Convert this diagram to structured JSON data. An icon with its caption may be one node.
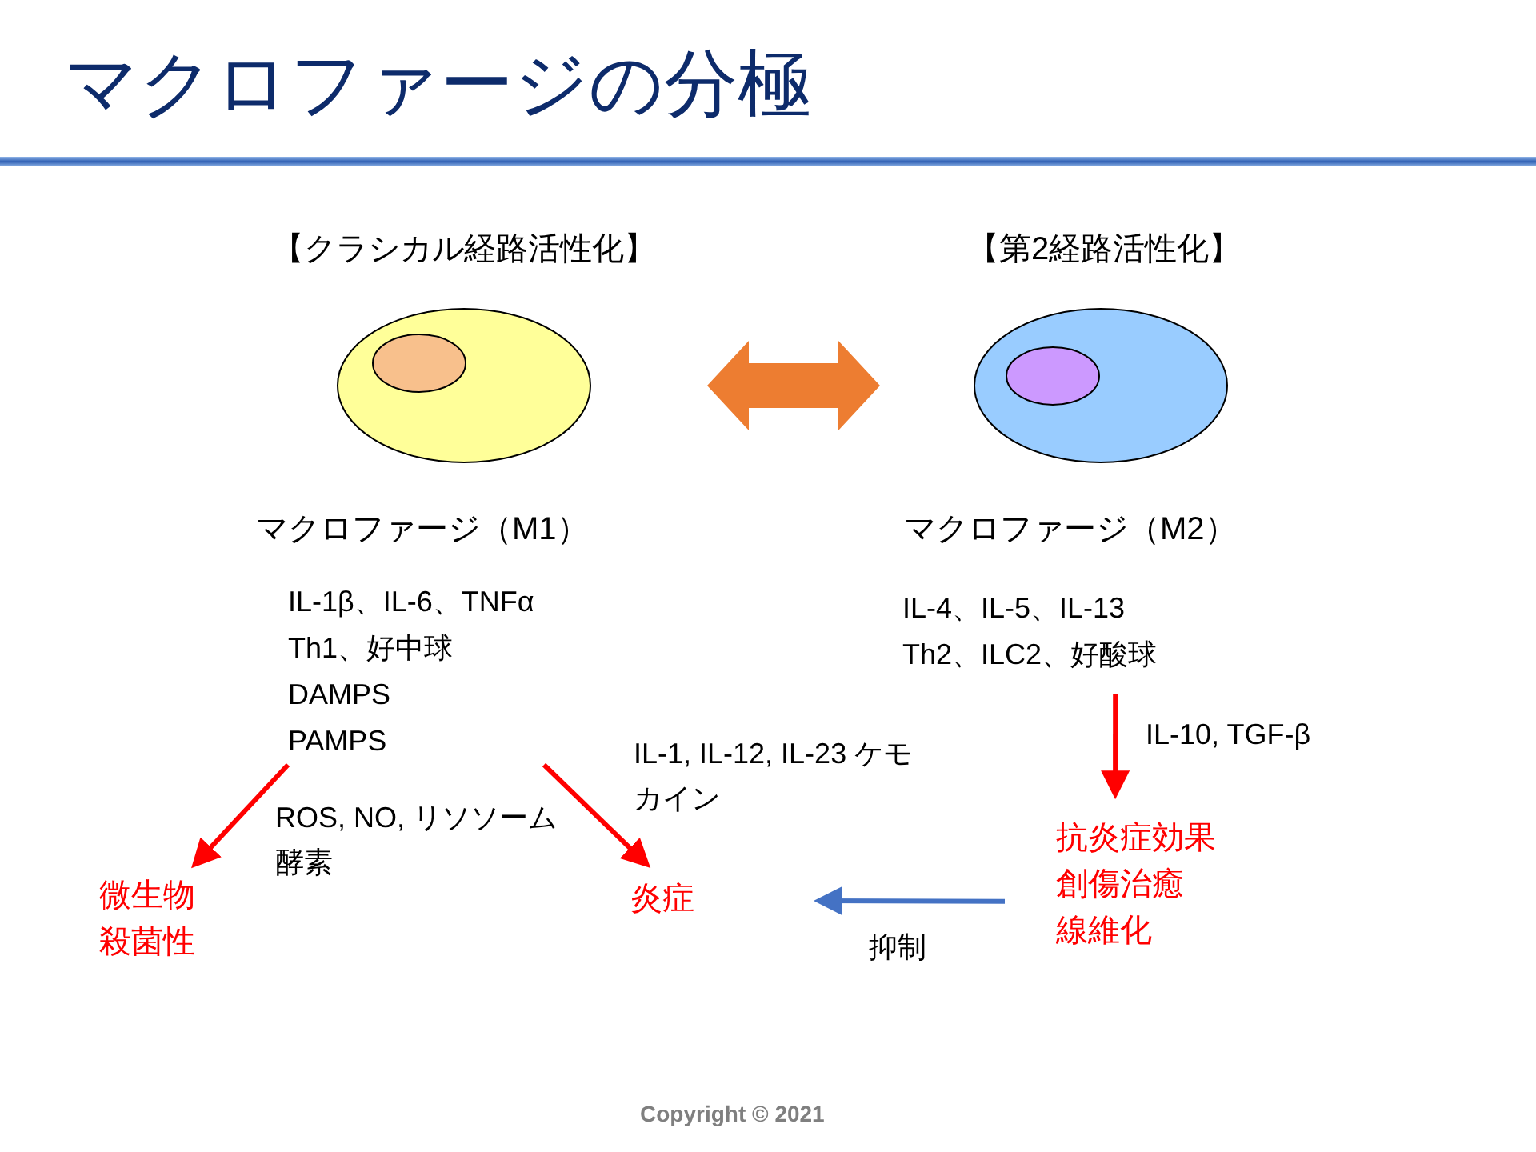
{
  "diagram": {
    "title": "マクロファージの分極",
    "nodes": [
      {
        "text": [],
        "shape": "circle",
        "beside": [
          "【クラシカル経路活性化】",
          "マクロファージ（M1）"
        ]
      },
      {
        "text": [],
        "shape": "circle",
        "beside": [
          "【第2経路活性化】",
          "マクロファージ（M2）"
        ]
      },
      {
        "text": [
          "IL-1β、IL-6、TNFα",
          "Th1、好中球",
          "DAMPS",
          "PAMPS"
        ]
      },
      {
        "text": [
          "微生物殺菌性"
        ]
      },
      {
        "text": [
          "炎症"
        ]
      },
      {
        "text": [
          "IL-4、IL-5、IL-13",
          "Th2、ILC2、好酸球"
        ]
      },
      {
        "text": [
          "抗炎症効果",
          "創傷治癒",
          "線維化"
        ]
      }
    ],
    "edges": [
      {
        "from": 0,
        "to": 1,
        "arrow": "both",
        "style": "thick",
        "color": "#ed7d31"
      },
      {
        "from": 2,
        "to": 3,
        "arrow": "to",
        "label": "ROS, NO, リソソーム酵素"
      },
      {
        "from": 2,
        "to": 4,
        "arrow": "to",
        "label": "IL-1, IL-12, IL-23 ケモカイン"
      },
      {
        "from": 5,
        "to": 6,
        "arrow": "to",
        "label": "IL-10, TGF-β"
      },
      {
        "from": 6,
        "to": 4,
        "arrow": "to",
        "label": "抑制",
        "color": "#4472c4"
      }
    ],
    "labels": [
      "Copyright © 2021"
    ]
  }
}
